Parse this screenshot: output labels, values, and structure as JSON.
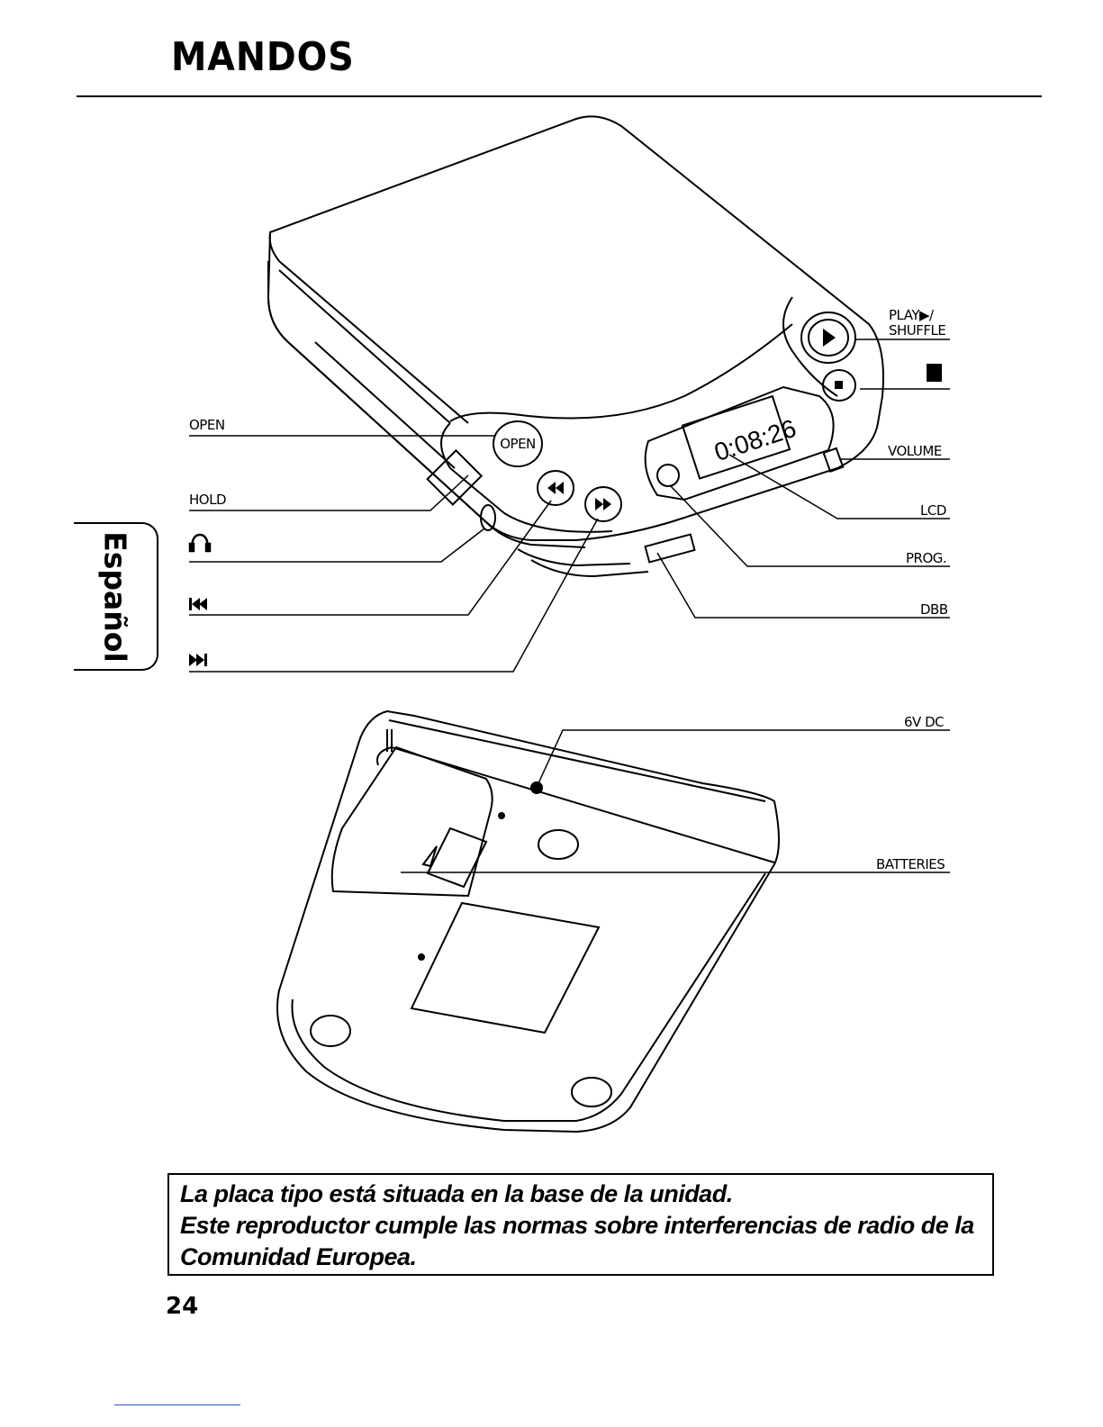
{
  "page": {
    "title": "MANDOS",
    "side_tab": "Español",
    "page_number": "24"
  },
  "top_diagram": {
    "labels": {
      "open": "OPEN",
      "hold": "HOLD",
      "headphones_icon": "headphones-icon",
      "prev_icon": "skip-previous-icon",
      "next_icon": "skip-next-icon",
      "play_shuffle_1": "PLAY▶/",
      "play_shuffle_2": "SHUFFLE",
      "stop_icon": "stop-icon",
      "volume": "VOLUME",
      "lcd": "LCD",
      "prog": "PROG.",
      "dbb": "DBB"
    },
    "button_texts": {
      "open_button": "OPEN",
      "lcd_display": "0:08:26"
    }
  },
  "bottom_diagram": {
    "labels": {
      "dc_in": "6V DC",
      "batteries": "BATTERIES"
    }
  },
  "note": {
    "line1": "La placa tipo está situada en la base de la unidad.",
    "line2": "Este reproductor cumple las normas sobre interferencias de radio de la",
    "line3": "Comunidad Europea."
  }
}
